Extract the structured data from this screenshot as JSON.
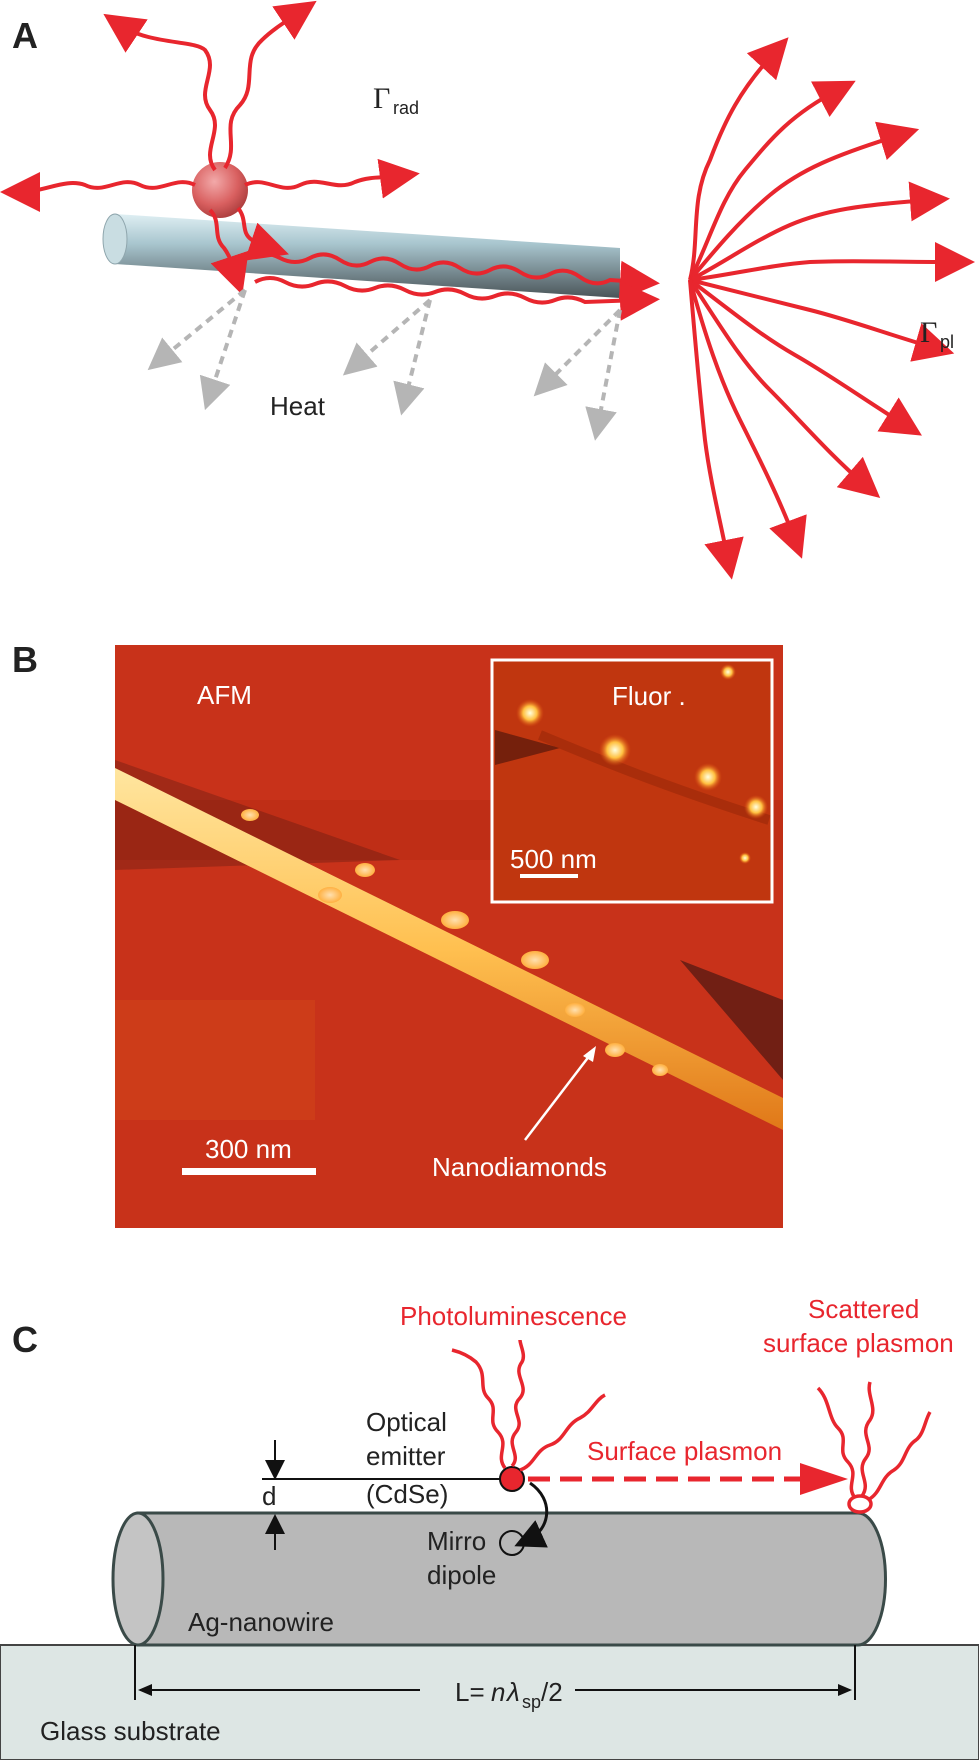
{
  "panel_a": {
    "label": "A",
    "gamma_rad": {
      "symbol": "Γ",
      "sub": "rad"
    },
    "gamma_pl": {
      "symbol": "Γ",
      "sub": "pl"
    },
    "heat": "Heat"
  },
  "panel_b": {
    "label": "B",
    "afm": "AFM",
    "fluor": "Fluor .",
    "inset_scale": "500 nm",
    "main_scale": "300 nm",
    "nanodiamonds": "Nanodiamonds"
  },
  "panel_c": {
    "label": "C",
    "photoluminescence": "Photoluminescence",
    "scattered_line1": "Scattered",
    "scattered_line2": "surface plasmon",
    "optical_line1": "Optical",
    "optical_line2": "emitter",
    "optical_line3": "(CdSe)",
    "surface_plasmon": "Surface plasmon",
    "d": "d",
    "mirror_line1": "Mirro",
    "mirror_line2": "dipole",
    "ag_nanowire": "Ag-nanowire",
    "length_pre": "L=",
    "length_n": "n",
    "length_lambda": "λ",
    "length_sub": "sp",
    "length_post": "/2",
    "glass": "Glass substrate"
  },
  "colors": {
    "red": "#e8262e",
    "afm_bg": "#c8321a",
    "wire_gray": "#b8b8b8"
  }
}
